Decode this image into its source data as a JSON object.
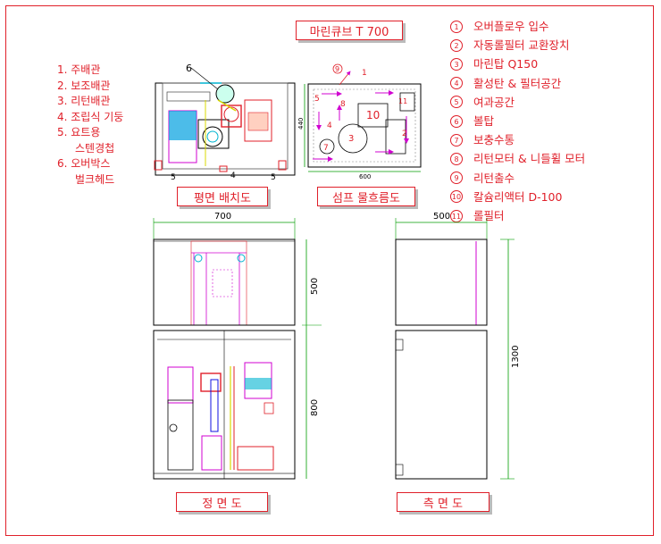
{
  "title": "마린큐브 T 700",
  "left_legend": [
    {
      "lines": [
        "1. 주배관"
      ]
    },
    {
      "lines": [
        "2. 보조배관"
      ]
    },
    {
      "lines": [
        "3. 리턴배관"
      ]
    },
    {
      "lines": [
        "4. 조립식 기둥"
      ]
    },
    {
      "lines": [
        "5. 요트용",
        "스텐경첩"
      ]
    },
    {
      "lines": [
        "6. 오버박스",
        "벌크헤드"
      ]
    }
  ],
  "right_legend": [
    {
      "num": "1",
      "label": "오버플로우 입수"
    },
    {
      "num": "2",
      "label": "자동롤필터 교환장치"
    },
    {
      "num": "3",
      "label": "마린탑 Q150"
    },
    {
      "num": "4",
      "label": "활성탄 & 필터공간"
    },
    {
      "num": "5",
      "label": "여과공간"
    },
    {
      "num": "6",
      "label": "볼탑"
    },
    {
      "num": "7",
      "label": "보충수통"
    },
    {
      "num": "8",
      "label": "리턴모터 & 니들휠 모터"
    },
    {
      "num": "9",
      "label": "리턴출수"
    },
    {
      "num": "10",
      "label": "칼슘리액터 D-100"
    },
    {
      "num": "11",
      "label": "롤필터"
    }
  ],
  "views": {
    "plan": "평면 배치도",
    "sump": "섬프 물흐름도",
    "front": "정 면 도",
    "side": "측 면 도"
  },
  "dimensions": {
    "sump_depth": "440",
    "sump_width": "600",
    "front_width": "700",
    "front_upper": "500",
    "front_lower": "800",
    "side_width": "500",
    "side_height": "1300"
  },
  "plan_labels": {
    "callout": "6",
    "post_left": "5",
    "post_mid": "4",
    "post_right": "5"
  },
  "sump_labels": {
    "n9": "9",
    "n1": "1",
    "n5": "5",
    "n8": "8",
    "n10": "10",
    "n11": "11",
    "n4": "4",
    "n3": "3",
    "n7": "7",
    "n2": "2"
  },
  "colors": {
    "frame_red": "#e0202a",
    "outline_black": "#000000",
    "dimension_green": "#009c00",
    "pipe_magenta": "#d000d0",
    "pipe_cyan": "#00b4d0",
    "pipe_yellow": "#d8d800",
    "pipe_blue": "#1010e0"
  }
}
